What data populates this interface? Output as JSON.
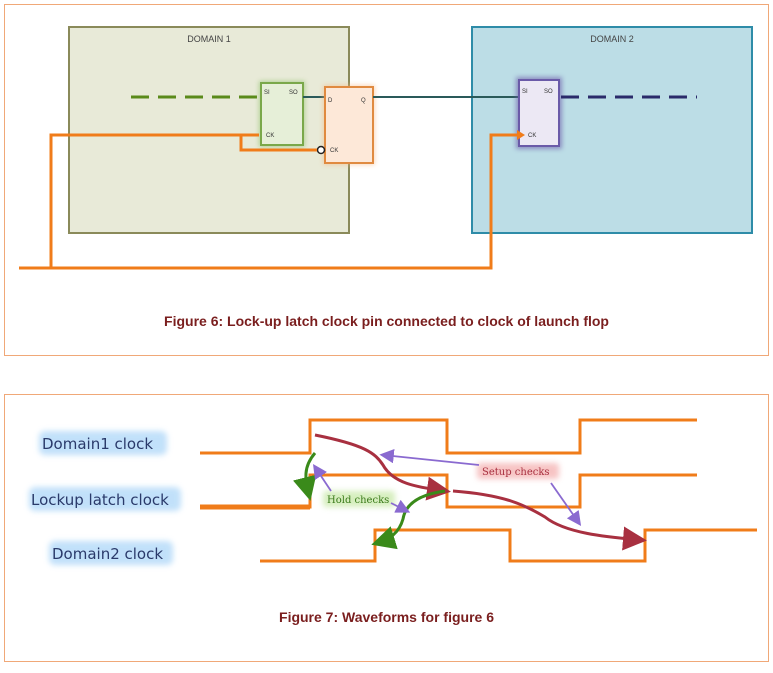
{
  "figure6": {
    "domain1_label": "DOMAIN 1",
    "domain2_label": "DOMAIN 2",
    "flop_launch": {
      "si": "SI",
      "so": "SO",
      "ck": "CK"
    },
    "latch": {
      "d": "D",
      "q": "Q",
      "ck": "CK"
    },
    "flop_capture": {
      "si": "SI",
      "so": "SO",
      "ck": "CK"
    },
    "caption": "Figure 6: Lock-up latch clock pin connected to clock of launch flop"
  },
  "figure7": {
    "signals": [
      "Domain1 clock",
      "Lockup latch clock",
      "Domain2 clock"
    ],
    "setup_label": "Setup checks",
    "hold_label": "Hold checks",
    "caption": "Figure 7: Waveforms for figure 6"
  },
  "colors": {
    "clock_wire": "#f07c1a",
    "domain1_fill": "#e8ead8",
    "domain1_border": "#8a8a5a",
    "domain2_fill": "#bcdde6",
    "domain2_border": "#2e8ca8",
    "scan_green": "#5a8a1a",
    "scan_navy": "#2a2a6a",
    "setup_arrow": "#a83040",
    "hold_arrow": "#3a8a1a",
    "caption": "#7a1e1e"
  }
}
